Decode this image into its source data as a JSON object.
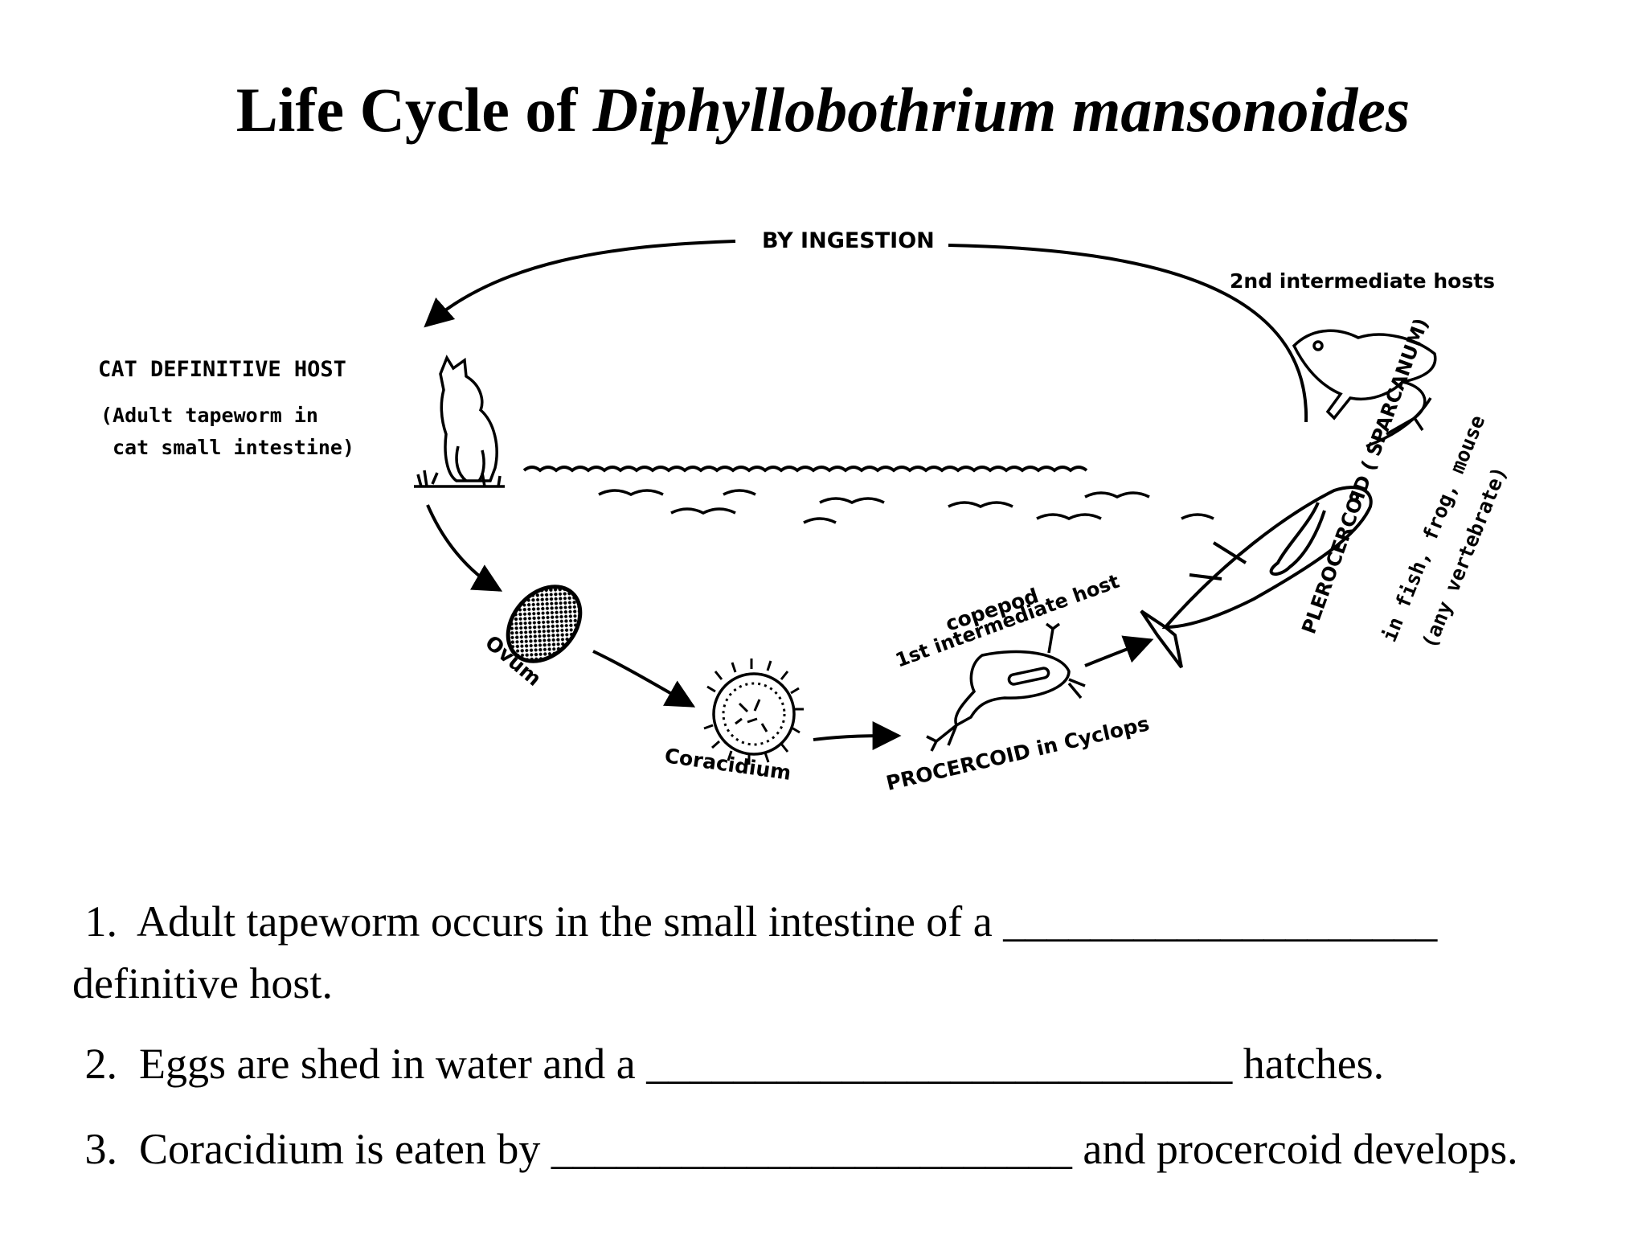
{
  "title": {
    "prefix": "Life Cycle of ",
    "species": "Diphyllobothrium mansonoides"
  },
  "diagram": {
    "by_ingestion": "BY INGESTION",
    "second_intermediate_hosts": "2nd intermediate hosts",
    "cat_definitive_host": "CAT DEFINITIVE HOST",
    "adult_line1": "(Adult tapeworm in",
    "adult_line2": "cat small intestine)",
    "ovum": "Ovum",
    "coracidium": "Coracidium",
    "copepod": "copepod",
    "first_intermediate_host": "1st  intermediate host",
    "procercoid": "PROCERCOID  in Cyclops",
    "plerocercoid": "PLEROCERCOID ( SPARCANUM)",
    "in_fish": "in fish, frog, mouse",
    "any_vertebrate": "(any vertebrate)"
  },
  "questions": [
    {
      "line1": " 1.  Adult tapeworm occurs in the small intestine of a ____________________",
      "line2": "definitive host."
    },
    {
      "line1": " 2.  Eggs are shed in water and a ___________________________ hatches."
    },
    {
      "line1": " 3.  Coracidium is eaten by ________________________ and procercoid develops."
    }
  ]
}
